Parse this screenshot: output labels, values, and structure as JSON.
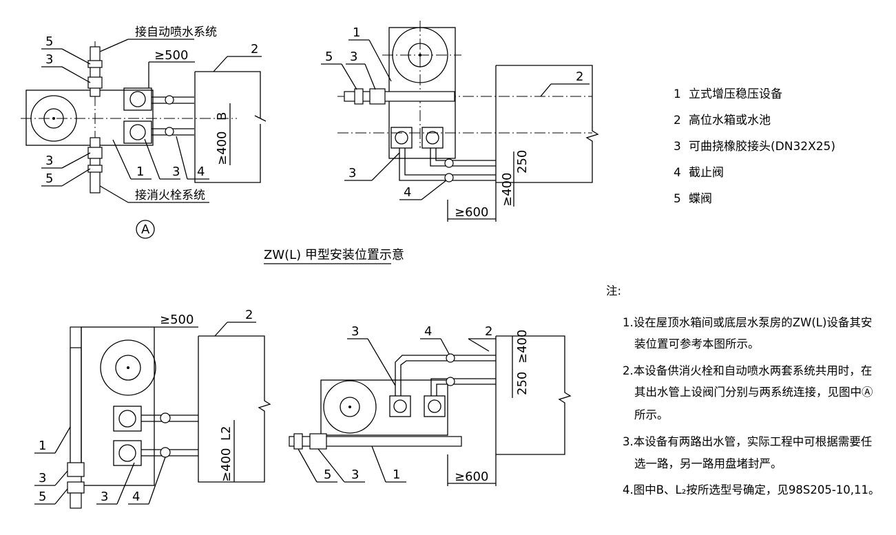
{
  "diagram": {
    "caption": "ZW(L) 甲型安装位置示意",
    "circle_marker": "A",
    "top_left": {
      "spray_label": "接自动喷水系统",
      "hydrant_label": "接消火栓系统",
      "dim_500": "≥500",
      "dim_400": "≥400",
      "dim_B": "B",
      "callouts": [
        "5",
        "3",
        "2",
        "3",
        "5",
        "1",
        "3",
        "4"
      ]
    },
    "top_right": {
      "dim_600": "≥600",
      "dim_250": "250",
      "dim_400": "≥400",
      "callouts": [
        "1",
        "5",
        "3",
        "2",
        "3",
        "4"
      ]
    },
    "bottom_left": {
      "dim_500": "≥500",
      "dim_400": "≥400",
      "dim_L2": "L2",
      "callouts": [
        "2",
        "1",
        "3",
        "5",
        "3",
        "4"
      ]
    },
    "bottom_right": {
      "dim_600": "≥600",
      "dim_250": "250",
      "dim_400": "≥400",
      "callouts": [
        "3",
        "4",
        "2",
        "5",
        "3",
        "1"
      ]
    }
  },
  "legend": {
    "items": [
      {
        "num": "1",
        "text": "立式增压稳压设备"
      },
      {
        "num": "2",
        "text": "高位水箱或水池"
      },
      {
        "num": "3",
        "text": "可曲挠橡胶接头(DN32X25)"
      },
      {
        "num": "4",
        "text": "截止阀"
      },
      {
        "num": "5",
        "text": "蝶阀"
      }
    ]
  },
  "notes": {
    "heading": "注:",
    "lines": [
      "1.设在屋顶水箱间或底层水泵房的ZW(L)设备其安",
      "装位置可参考本图所示。",
      "2.本设备供消火栓和自动喷水两套系统共用时，在",
      "其出水管上设阀门分别与两系统连接，见图中Ⓐ",
      "所示。",
      "3.本设备有两路出水管，实际工程中可根据需要任",
      "选一路，另一路用盘堵封严。",
      "4.图中B、L₂按所选型号确定，见98S205-10,11。"
    ]
  }
}
